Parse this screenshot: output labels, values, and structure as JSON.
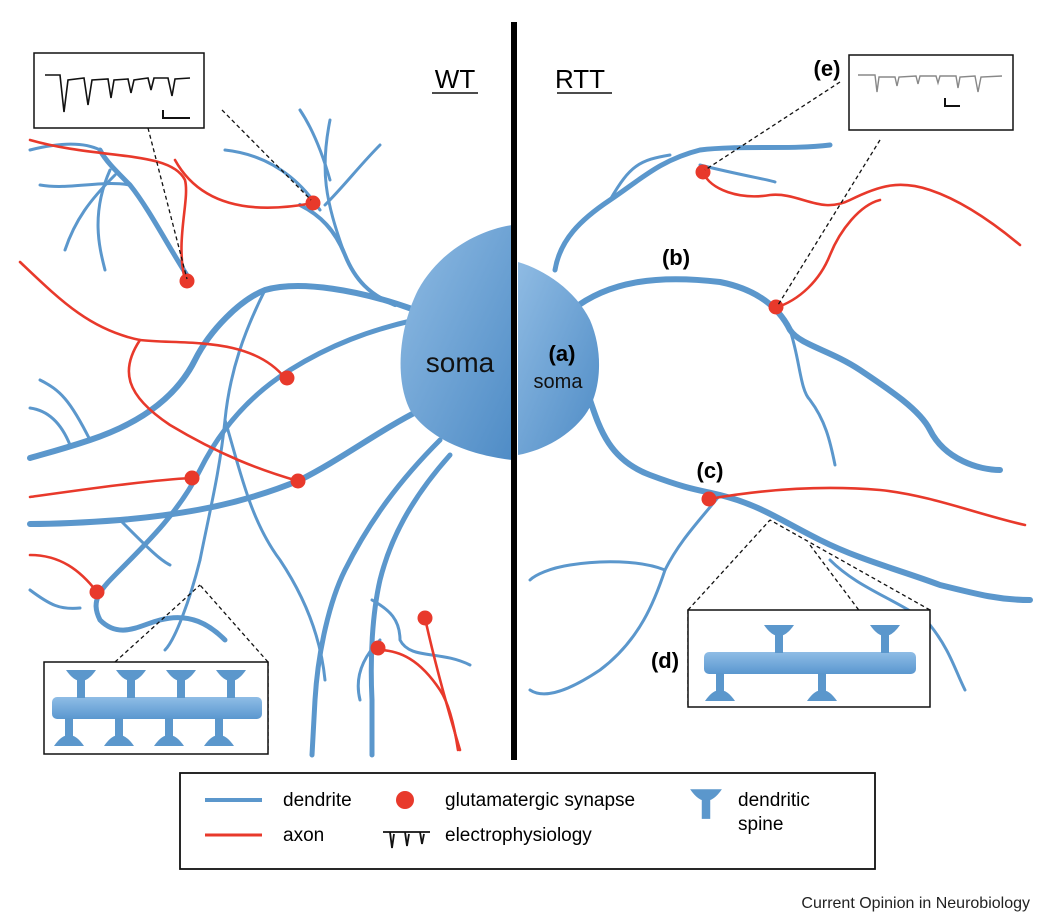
{
  "panels": {
    "left_title": "WT",
    "right_title": "RTT",
    "soma_left": "soma",
    "soma_right": "soma"
  },
  "labels": {
    "a": "(a)",
    "b": "(b)",
    "c": "(c)",
    "d": "(d)",
    "e": "(e)"
  },
  "legend": {
    "dendrite": "dendrite",
    "axon": "axon",
    "synapse": "glutamatergic synapse",
    "electrophysiology": "electrophysiology",
    "spine_line1": "dendritic",
    "spine_line2": "spine"
  },
  "credit": "Current Opinion in Neurobiology",
  "colors": {
    "dendrite": "#5b97cc",
    "axon": "#e8392b",
    "synapse": "#e8392b",
    "divider": "#000000"
  }
}
